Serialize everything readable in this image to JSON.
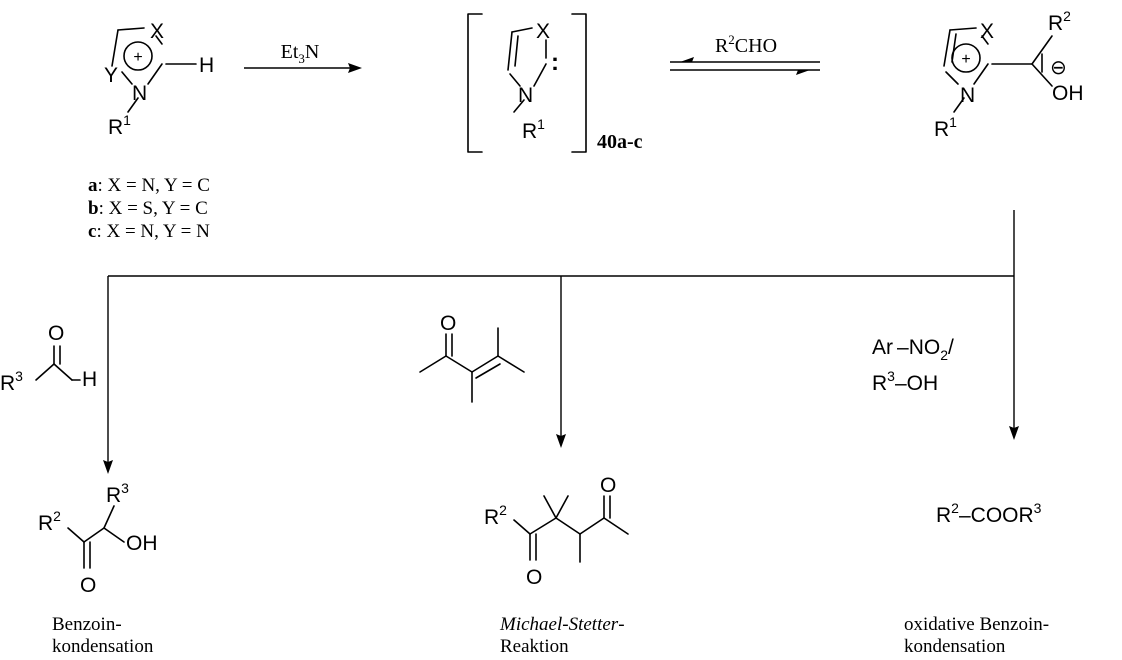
{
  "reagents": {
    "base": "Et",
    "base_sub": "3",
    "base_tail": "N",
    "aldehyde_pre": "R",
    "aldehyde_sup": "2",
    "aldehyde_tail": "CHO"
  },
  "salt": {
    "atom_x": "X",
    "atom_y": "Y",
    "atom_n": "N",
    "atom_h": "H",
    "charge": "+",
    "r_label": "R",
    "r_sup": "1"
  },
  "carbene": {
    "atom_x": "X",
    "atom_n": "N",
    "lone_pair": ":",
    "r_label": "R",
    "r_sup": "1",
    "compound_label": "40a-c"
  },
  "adduct": {
    "atom_x": "X",
    "atom_n": "N",
    "charge": "+",
    "anion": "⊖",
    "oh": "OH",
    "r1_label": "R",
    "r1_sup": "1",
    "r2_label": "R",
    "r2_sup": "2"
  },
  "variants": [
    {
      "key": "a",
      "text": ": X = N, Y = C"
    },
    {
      "key": "b",
      "text": ": X = S, Y = C"
    },
    {
      "key": "c",
      "text": ": X = N, Y = N"
    }
  ],
  "branch_left": {
    "reagent_o": "O",
    "reagent_h": "H",
    "reagent_r": "R",
    "reagent_sup": "3",
    "product_r2": "R",
    "product_r2_sup": "2",
    "product_r3": "R",
    "product_r3_sup": "3",
    "product_oh": "OH",
    "product_o": "O",
    "caption_line1": "Benzoin-",
    "caption_line2": "kondensation"
  },
  "branch_middle": {
    "reagent_o": "O",
    "product_r2": "R",
    "product_r2_sup": "2",
    "product_o1": "O",
    "product_o2": "O",
    "caption_line1": "Michael-Stetter",
    "caption_dash": "-",
    "caption_line2": "Reaktion"
  },
  "branch_right": {
    "reagent_ar": "Ar",
    "reagent_no": "NO",
    "reagent_no_sub": "2",
    "reagent_slash": "/",
    "reagent_r": "R",
    "reagent_r_sup": "3",
    "reagent_oh": "–OH",
    "product_r": "R",
    "product_r_sup": "2",
    "product_coor": "–COOR",
    "product_coor_sup": "3",
    "caption_line1": "oxidative Benzoin-",
    "caption_line2": "kondensation"
  }
}
